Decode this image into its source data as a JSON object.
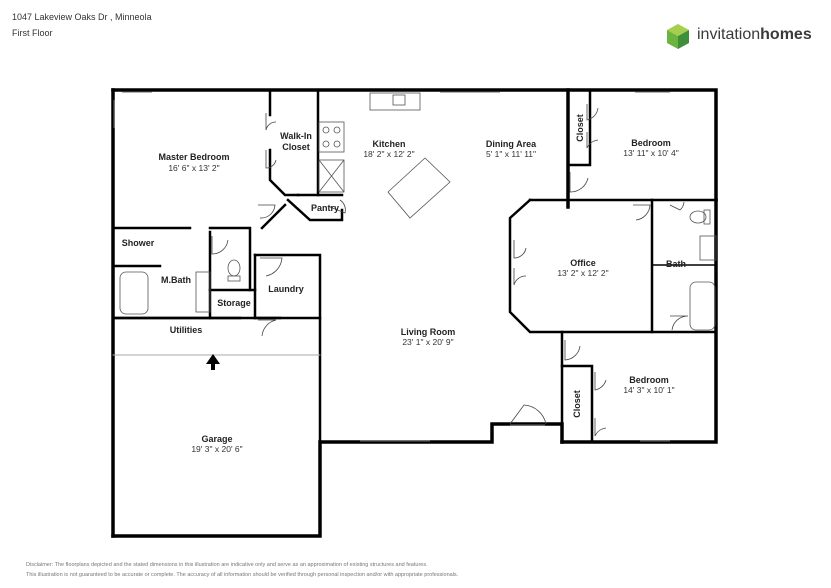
{
  "header": {
    "address": "1047 Lakeview Oaks Dr , Minneola",
    "floor": "First Floor"
  },
  "logo": {
    "text_regular": "invitation",
    "text_bold": "homes",
    "colors": [
      "#6db33f",
      "#3f8f3a",
      "#a6cf4f"
    ]
  },
  "rooms": {
    "master_bedroom": {
      "name": "Master Bedroom",
      "dim": "16' 6\" x 13' 2\""
    },
    "walk_in_closet": {
      "name_line1": "Walk-In",
      "name_line2": "Closet"
    },
    "kitchen": {
      "name": "Kitchen",
      "dim": "18' 2\" x 12' 2\""
    },
    "dining_area": {
      "name": "Dining Area",
      "dim": "5' 1\" x 11' 11\""
    },
    "closet_top": {
      "name": "Closet"
    },
    "bedroom_top": {
      "name": "Bedroom",
      "dim": "13' 11\" x 10' 4\""
    },
    "pantry": {
      "name": "Pantry"
    },
    "shower": {
      "name": "Shower"
    },
    "m_bath": {
      "name": "M.Bath"
    },
    "laundry": {
      "name": "Laundry"
    },
    "storage": {
      "name": "Storage"
    },
    "utilities": {
      "name": "Utilities"
    },
    "office": {
      "name": "Office",
      "dim": "13' 2\" x 12' 2\""
    },
    "bath": {
      "name": "Bath"
    },
    "living_room": {
      "name": "Living Room",
      "dim": "23' 1\" x 20' 9\""
    },
    "bedroom_bottom": {
      "name": "Bedroom",
      "dim": "14' 3\" x 10' 1\""
    },
    "closet_bottom": {
      "name": "Closet"
    },
    "garage": {
      "name": "Garage",
      "dim": "19' 3\" x 20' 6\""
    }
  },
  "disclaimer": {
    "line1": "Disclaimer: The floorplans depicted and the stated dimensions in this illustration are indicative only and serve as an approximation of existing structures and features.",
    "line2": "This illustration is not guaranteed to be accurate or complete. The accuracy of all information should be verified through personal inspection and/or with appropriate professionals."
  }
}
